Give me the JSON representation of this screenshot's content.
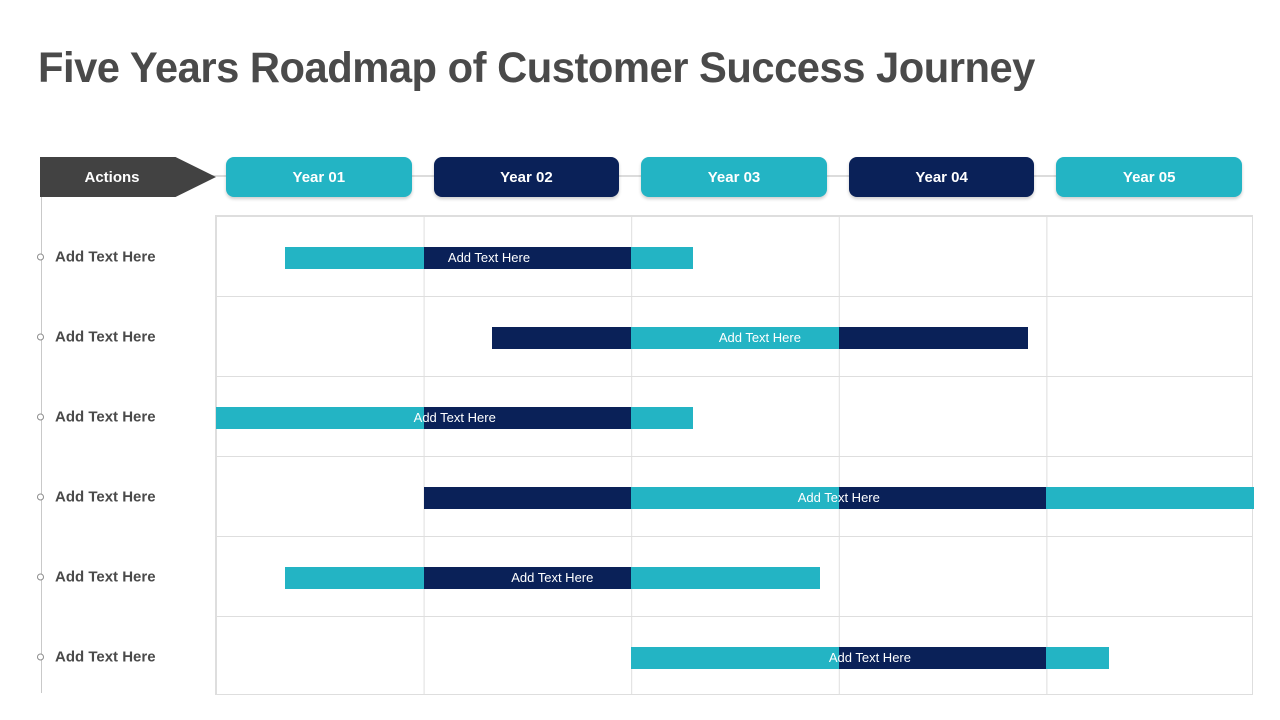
{
  "slide": {
    "title": "Five Years Roadmap of Customer Success Journey"
  },
  "header": {
    "actions_label": "Actions",
    "years": [
      {
        "label": "Year 01",
        "color": "#23B4C4"
      },
      {
        "label": "Year 02",
        "color": "#0A2158"
      },
      {
        "label": "Year 03",
        "color": "#23B4C4"
      },
      {
        "label": "Year 04",
        "color": "#0A2158"
      },
      {
        "label": "Year 05",
        "color": "#23B4C4"
      }
    ]
  },
  "colors": {
    "teal": "#23B4C4",
    "navy": "#0A2158",
    "actions_gray": "#424242",
    "title_text": "#4A4A4A",
    "grid_line": "#DEDEDE",
    "rail_line": "#C9C9C9",
    "connector_line": "#DCDCDC",
    "bar_label_text": "#FFFFFF"
  },
  "chart_data": {
    "type": "bar",
    "variant": "gantt-roadmap",
    "title": "Five Years Roadmap of Customer Success Journey",
    "x_categories": [
      "Year 01",
      "Year 02",
      "Year 03",
      "Year 04",
      "Year 05"
    ],
    "x_unit": "years",
    "x_range": [
      0,
      5
    ],
    "grid": {
      "columns": 5,
      "rows": 6,
      "grid_on": true
    },
    "series_colors": {
      "teal": "#23B4C4",
      "navy": "#0A2158"
    },
    "rows": [
      {
        "label": "Add Text Here",
        "bar_label": "Add Text Here",
        "segments": [
          {
            "color": "teal",
            "start": 0.33,
            "end": 1
          },
          {
            "color": "navy",
            "start": 1,
            "end": 2
          },
          {
            "color": "teal",
            "start": 2,
            "end": 2.3
          }
        ]
      },
      {
        "label": "Add Text Here",
        "bar_label": "Add Text Here",
        "segments": [
          {
            "color": "navy",
            "start": 1.33,
            "end": 2
          },
          {
            "color": "teal",
            "start": 2,
            "end": 3
          },
          {
            "color": "navy",
            "start": 3,
            "end": 3.91
          }
        ]
      },
      {
        "label": "Add Text Here",
        "bar_label": "Add Text Here",
        "segments": [
          {
            "color": "teal",
            "start": 0,
            "end": 1
          },
          {
            "color": "navy",
            "start": 1,
            "end": 2
          },
          {
            "color": "teal",
            "start": 2,
            "end": 2.3
          }
        ]
      },
      {
        "label": "Add Text Here",
        "bar_label": "Add Text Here",
        "segments": [
          {
            "color": "navy",
            "start": 1,
            "end": 2
          },
          {
            "color": "teal",
            "start": 2,
            "end": 3
          },
          {
            "color": "navy",
            "start": 3,
            "end": 4
          },
          {
            "color": "teal",
            "start": 4,
            "end": 5
          }
        ]
      },
      {
        "label": "Add Text Here",
        "bar_label": "Add Text Here",
        "segments": [
          {
            "color": "teal",
            "start": 0.33,
            "end": 1
          },
          {
            "color": "navy",
            "start": 1,
            "end": 2
          },
          {
            "color": "teal",
            "start": 2,
            "end": 2.91
          }
        ]
      },
      {
        "label": "Add Text Here",
        "bar_label": "Add Text Here",
        "segments": [
          {
            "color": "teal",
            "start": 2,
            "end": 3
          },
          {
            "color": "navy",
            "start": 3,
            "end": 4
          },
          {
            "color": "teal",
            "start": 4,
            "end": 4.3
          }
        ]
      }
    ]
  }
}
